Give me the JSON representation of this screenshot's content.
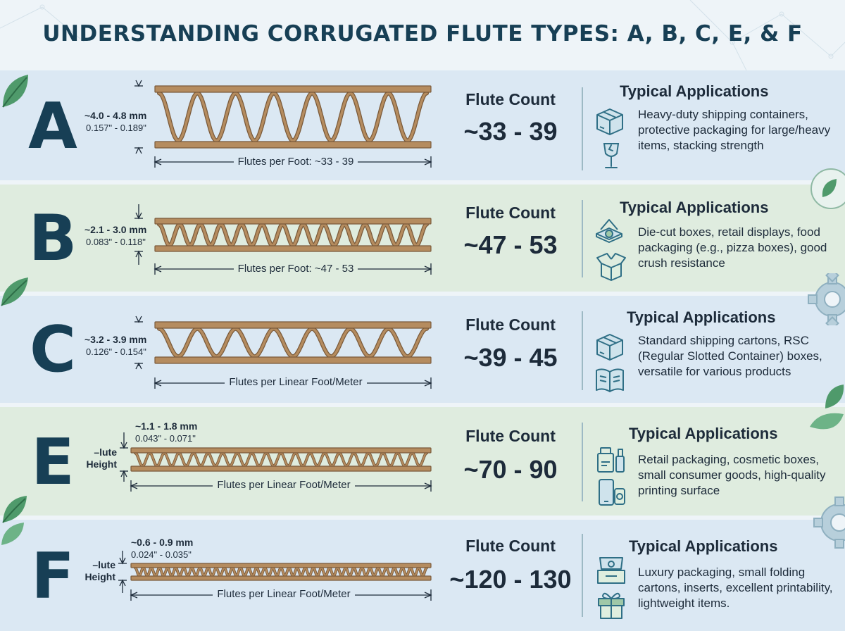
{
  "title": "UNDERSTANDING CORRUGATED FLUTE TYPES: A, B, C, E, & F",
  "flutes": [
    {
      "letter": "A",
      "height_mm": "~4.0 - 4.8 mm",
      "height_in": "0.157\" - 0.189\"",
      "side_label": "",
      "measure_label": "Flutes per Foot: ~33 - 39",
      "flute_count_label": "Flute Count",
      "flute_count": "~33 - 39",
      "applications_title": "Typical Applications",
      "applications": "Heavy-duty shipping containers, protective packaging for large/heavy items, stacking strength",
      "icons": [
        "box-icon",
        "fragile-glass-icon"
      ]
    },
    {
      "letter": "B",
      "height_mm": "~2.1 - 3.0 mm",
      "height_in": "0.083\" - 0.118\"",
      "side_label": "",
      "measure_label": "Flutes per Foot: ~47 - 53",
      "flute_count_label": "Flute Count",
      "flute_count": "~47 - 53",
      "applications_title": "Typical Applications",
      "applications": "Die-cut boxes, retail displays, food packaging (e.g., pizza boxes), good crush resistance",
      "icons": [
        "pizza-box-icon",
        "open-box-icon"
      ]
    },
    {
      "letter": "C",
      "height_mm": "~3.2 - 3.9 mm",
      "height_in": "0.126\" - 0.154\"",
      "side_label": "",
      "measure_label": "Flutes per Linear Foot/Meter",
      "flute_count_label": "Flute Count",
      "flute_count": "~39 - 45",
      "applications_title": "Typical Applications",
      "applications": "Standard shipping cartons, RSC (Regular Slotted Container) boxes, versatile for various products",
      "icons": [
        "box-icon",
        "open-book-icon"
      ]
    },
    {
      "letter": "E",
      "height_mm": "~1.1 - 1.8 mm",
      "height_in": "0.043\" - 0.071\"",
      "side_label": "–lute\nHeight",
      "measure_label": "Flutes per Linear Foot/Meter",
      "flute_count_label": "Flute Count",
      "flute_count": "~70 - 90",
      "applications_title": "Typical Applications",
      "applications": "Retail packaging, cosmetic boxes, small consumer goods, high-quality printing surface",
      "icons": [
        "cosmetics-icon",
        "phone-icon"
      ]
    },
    {
      "letter": "F",
      "height_mm": "~0.6 - 0.9 mm",
      "height_in": "0.024\" - 0.035\"",
      "side_label": "–lute\nHeight",
      "measure_label": "Flutes per Linear Foot/Meter",
      "flute_count_label": "Flute Count",
      "flute_count": "~120 - 130",
      "applications_title": "Typical Applications",
      "applications": "Luxury packaging, small folding cartons, inserts, excellent printability, lightweight items.",
      "icons": [
        "jewelry-box-icon",
        "gift-icon"
      ]
    }
  ],
  "colors": {
    "title": "#173f55",
    "band_blue": "#dbe8f3",
    "band_green": "#dfecdf",
    "liner": "#b58c5f",
    "liner_dark": "#7a5a3a",
    "leaf": "#4f9a6b",
    "icon": "#2f6f86"
  }
}
